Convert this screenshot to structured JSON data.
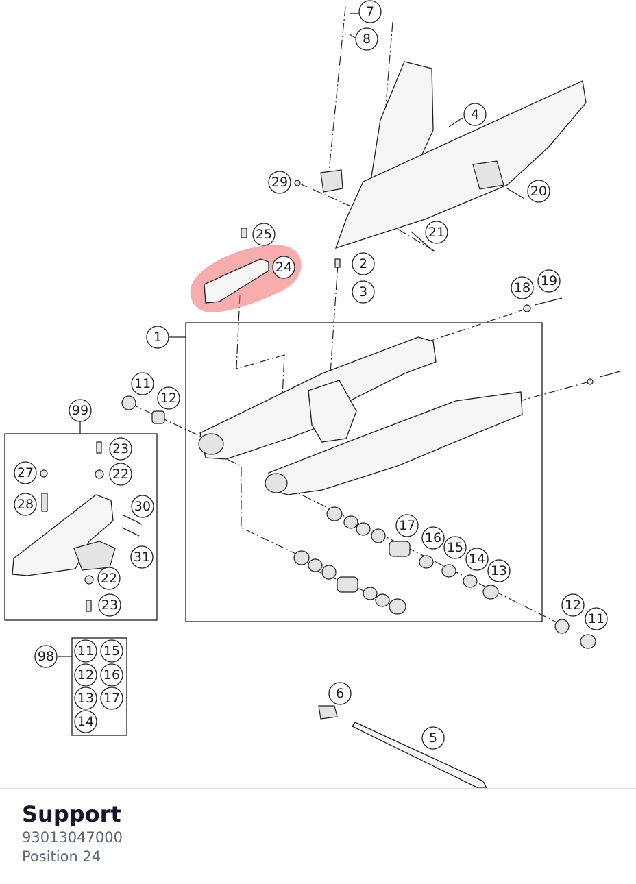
{
  "diagram": {
    "callouts": [
      "7",
      "8",
      "4",
      "29",
      "20",
      "21",
      "25",
      "24",
      "2",
      "3",
      "18",
      "19",
      "1",
      "11",
      "12",
      "99",
      "23",
      "27",
      "22",
      "28",
      "30",
      "31",
      "22",
      "23",
      "17",
      "16",
      "15",
      "14",
      "13",
      "12",
      "11",
      "98",
      "11",
      "15",
      "12",
      "16",
      "13",
      "17",
      "14",
      "6",
      "5"
    ],
    "highlighted_part": "24",
    "highlight_color": "#f06a6a"
  },
  "part": {
    "name": "Support",
    "number": "93013047000",
    "position": "Position 24"
  }
}
